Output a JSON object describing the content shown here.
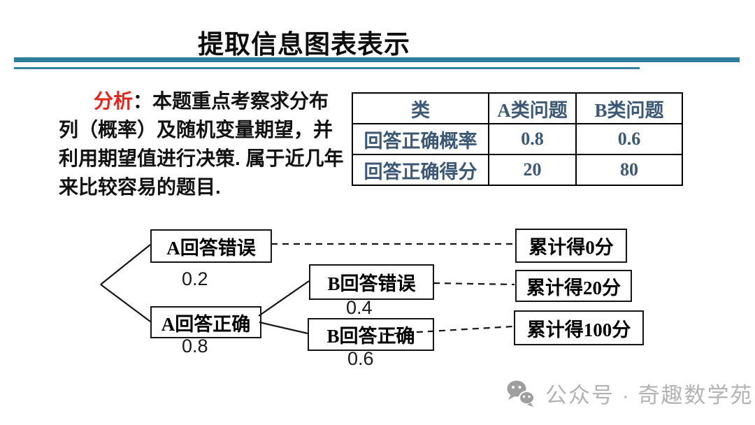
{
  "header": {
    "title": "提取信息图表表示",
    "rule_color": "#2e7e9d"
  },
  "analysis": {
    "label": "分析",
    "label_color": "#e5261b",
    "colon": "：",
    "line1": "本题重点考察求分布",
    "line2": "列（概率）及随机变量期望，并",
    "line3": "利用期望值进行决策. 属于近几年",
    "line4": "来比较容易的题目."
  },
  "table": {
    "text_color": "#3c5877",
    "headers": [
      "类",
      "A类问题",
      "B类问题"
    ],
    "rows": [
      {
        "label": "回答正确概率",
        "a": "0.8",
        "b": "0.6"
      },
      {
        "label": "回答正确得分",
        "a": "20",
        "b": "80"
      }
    ]
  },
  "tree": {
    "nodes": {
      "a_wrong": "A回答错误",
      "a_wrong_prob": "0.2",
      "a_right": "A回答正确",
      "a_right_prob": "0.8",
      "b_wrong": "B回答错误",
      "b_wrong_prob": "0.4",
      "b_right": "B回答正确",
      "b_right_prob": "0.6",
      "score_0": "累计得0分",
      "score_20": "累计得20分",
      "score_100": "累计得100分"
    }
  },
  "watermark": {
    "icon": "wechat-icon",
    "text": "公众号 · 奇趣数学苑",
    "color": "#b3b3b3"
  }
}
